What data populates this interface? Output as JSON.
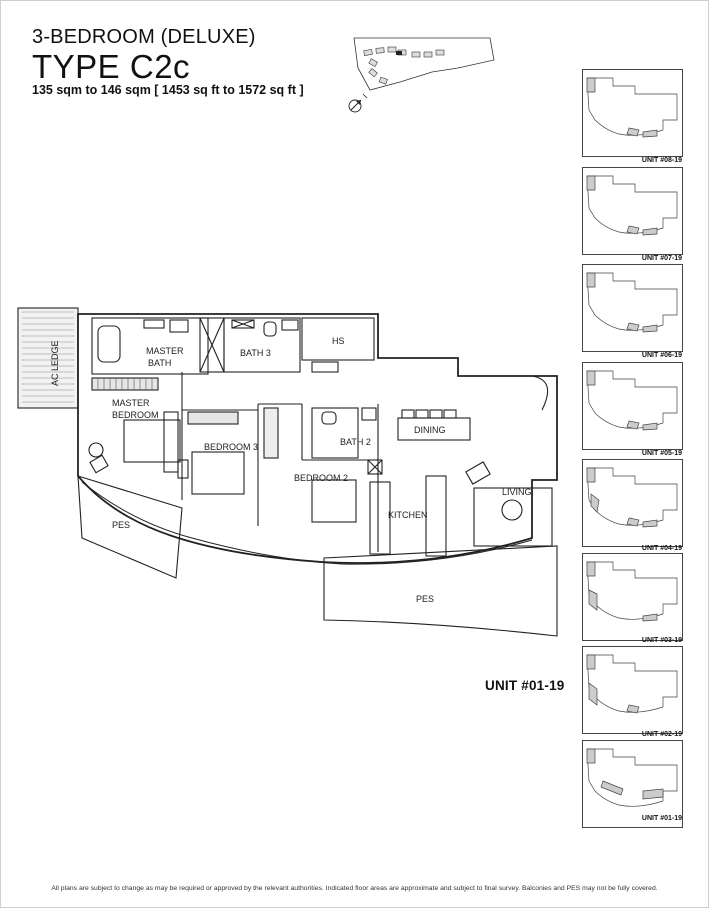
{
  "header": {
    "subtitle": "3-BEDROOM (DELUXE)",
    "type_title": "TYPE C2c",
    "area": "135 sqm to 146 sqm   [ 1453 sq ft to 1572 sq ft ]"
  },
  "floorplan": {
    "rooms": {
      "ac_ledge": "AC LEDGE",
      "master_bath": "MASTER BATH",
      "master_bath_line1": "MASTER",
      "master_bath_line2": "BATH",
      "bath3": "BATH 3",
      "hs": "HS",
      "master_bedroom_line1": "MASTER",
      "master_bedroom_line2": "BEDROOM",
      "bedroom3": "BEDROOM 3",
      "bath2": "BATH 2",
      "dining": "DINING",
      "bedroom2": "BEDROOM 2",
      "kitchen": "KITCHEN",
      "living": "LIVING",
      "pes_left": "PES",
      "pes_bottom": "PES"
    }
  },
  "current_unit": "UNIT #01-19",
  "key_plans": [
    {
      "label": "UNIT #08-19"
    },
    {
      "label": "UNIT #07-19"
    },
    {
      "label": "UNIT #06-19"
    },
    {
      "label": "UNIT #05-19"
    },
    {
      "label": "UNIT #04-19"
    },
    {
      "label": "UNIT #03-19"
    },
    {
      "label": "UNIT #02-19"
    },
    {
      "label": "UNIT #01-19"
    }
  ],
  "disclaimer": "All plans are subject to change as may be required or approved by the relevant authorities. Indicated floor areas are approximate and subject to final survey. Balconies and PES may not be fully covered."
}
